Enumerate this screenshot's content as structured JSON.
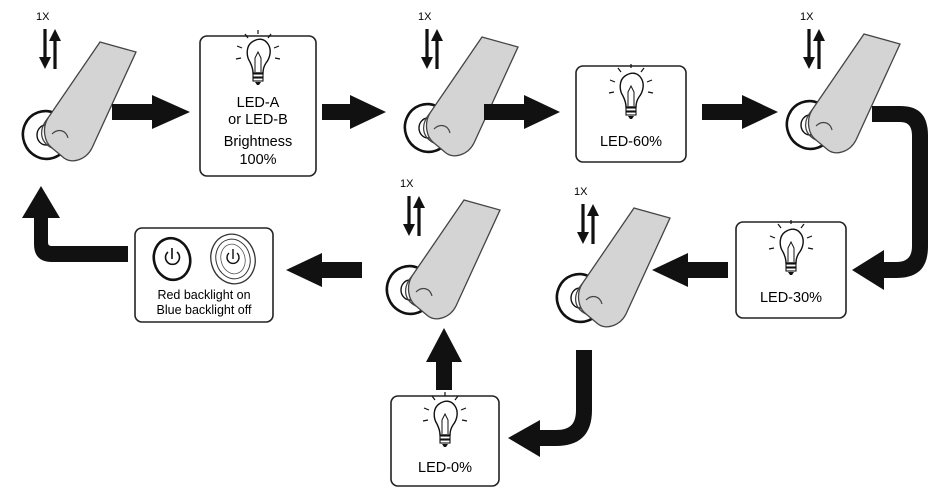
{
  "tap_count_label": "1X",
  "boxes": {
    "full_brightness": {
      "line1": "LED-A",
      "line2": "or LED-B",
      "line3": "Brightness",
      "line4": "100%"
    },
    "led_60": {
      "label": "LED-60%"
    },
    "led_30": {
      "label": "LED-30%"
    },
    "led_0": {
      "label": "LED-0%"
    },
    "backlight": {
      "line1": "Red backlight on",
      "line2": "Blue backlight off"
    }
  },
  "icons": [
    "tap-finger-icon",
    "double-arrow-icon",
    "light-bulb-icon",
    "power-button-icon",
    "flow-arrow-icon"
  ]
}
